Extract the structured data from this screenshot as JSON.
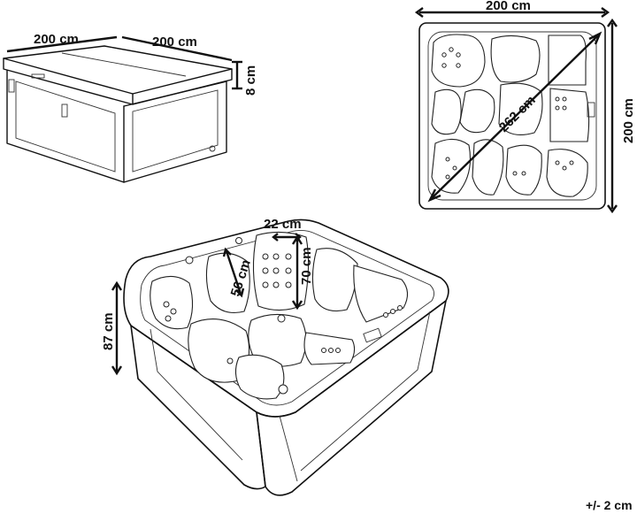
{
  "cover_view": {
    "dim_front": "200 cm",
    "dim_side": "200 cm",
    "dim_thickness": "8 cm"
  },
  "top_view": {
    "dim_width": "200 cm",
    "dim_depth": "200 cm",
    "dim_diagonal": "262 cm"
  },
  "perspective_view": {
    "dim_seat_width": "22 cm",
    "dim_backrest_a": "56 cm",
    "dim_backrest_b": "70 cm",
    "dim_height": "87 cm"
  },
  "tolerance": "+/- 2 cm"
}
